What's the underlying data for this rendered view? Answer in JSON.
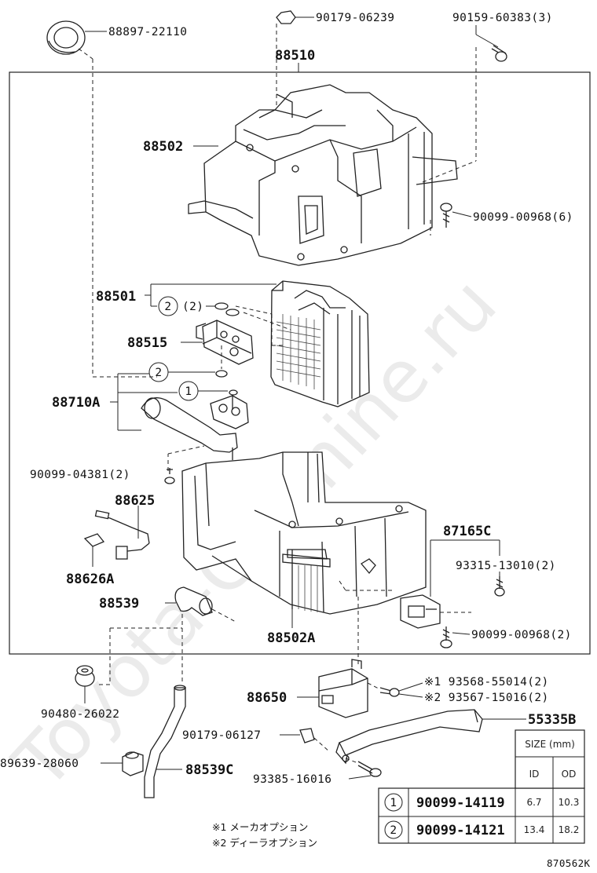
{
  "parts": {
    "p88897": "88897-22110",
    "p90179a": "90179-06239",
    "p90159": "90159-60383(3)",
    "p88510": "88510",
    "p88502": "88502",
    "p90099a": "90099-00968(6)",
    "p88501": "88501",
    "p88501_sub": "(2)",
    "p88515": "88515",
    "p88710A": "88710A",
    "p90099b": "90099-04381(2)",
    "p88625": "88625",
    "p88626A": "88626A",
    "p88539": "88539",
    "p88502A": "88502A",
    "p87165C": "87165C",
    "p93315": "93315-13010(2)",
    "p90099c": "90099-00968(2)",
    "p90480": "90480-26022",
    "p88650": "88650",
    "p93568": "※1 93568-55014(2)",
    "p93567": "※2 93567-15016(2)",
    "p55335B": "55335B",
    "p90179b": "90179-06127",
    "p89639": "89639-28060",
    "p88539C": "88539C",
    "p93385": "93385-16016"
  },
  "callouts": {
    "c1": "1",
    "c2": "2"
  },
  "size_table": {
    "header": "SIZE (mm)",
    "col_id": "ID",
    "col_od": "OD",
    "rows": [
      {
        "mark": "1",
        "part": "90099-14119",
        "id": "6.7",
        "od": "10.3"
      },
      {
        "mark": "2",
        "part": "90099-14121",
        "id": "13.4",
        "od": "18.2"
      }
    ]
  },
  "notes": {
    "n1": "※1  メーカオプション",
    "n2": "※2  ディーラオプション"
  },
  "diagram_code": "870562K",
  "watermark": "Toyota-Carmine.ru"
}
